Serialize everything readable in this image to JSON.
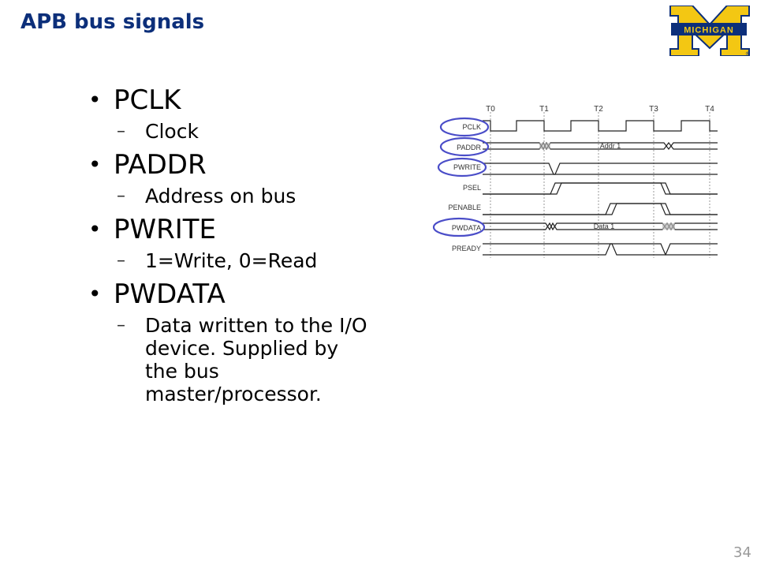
{
  "slide": {
    "title": "APB bus signals",
    "page_number": "34"
  },
  "logo": {
    "text": "MICHIGAN",
    "colors": {
      "maize": "#f3c713",
      "blue": "#0c2f7a"
    }
  },
  "bullets": [
    {
      "label": "PCLK",
      "sub": "Clock"
    },
    {
      "label": "PADDR",
      "sub": "Address on bus"
    },
    {
      "label": "PWRITE",
      "sub": "1=Write, 0=Read"
    },
    {
      "label": "PWDATA",
      "sub": "Data written to the I/O device. Supplied by the bus master/processor."
    }
  ],
  "timing_diagram": {
    "times": [
      "T0",
      "T1",
      "T2",
      "T3",
      "T4"
    ],
    "signals": [
      "PCLK",
      "PADDR",
      "PWRITE",
      "PSEL",
      "PENABLE",
      "PWDATA",
      "PREADY"
    ],
    "circled_signals": [
      "PCLK",
      "PADDR",
      "PWRITE",
      "PWDATA"
    ],
    "bus_labels": {
      "PADDR": "Addr 1",
      "PWDATA": "Data 1"
    },
    "highlight_color": "#4a4dc8"
  }
}
